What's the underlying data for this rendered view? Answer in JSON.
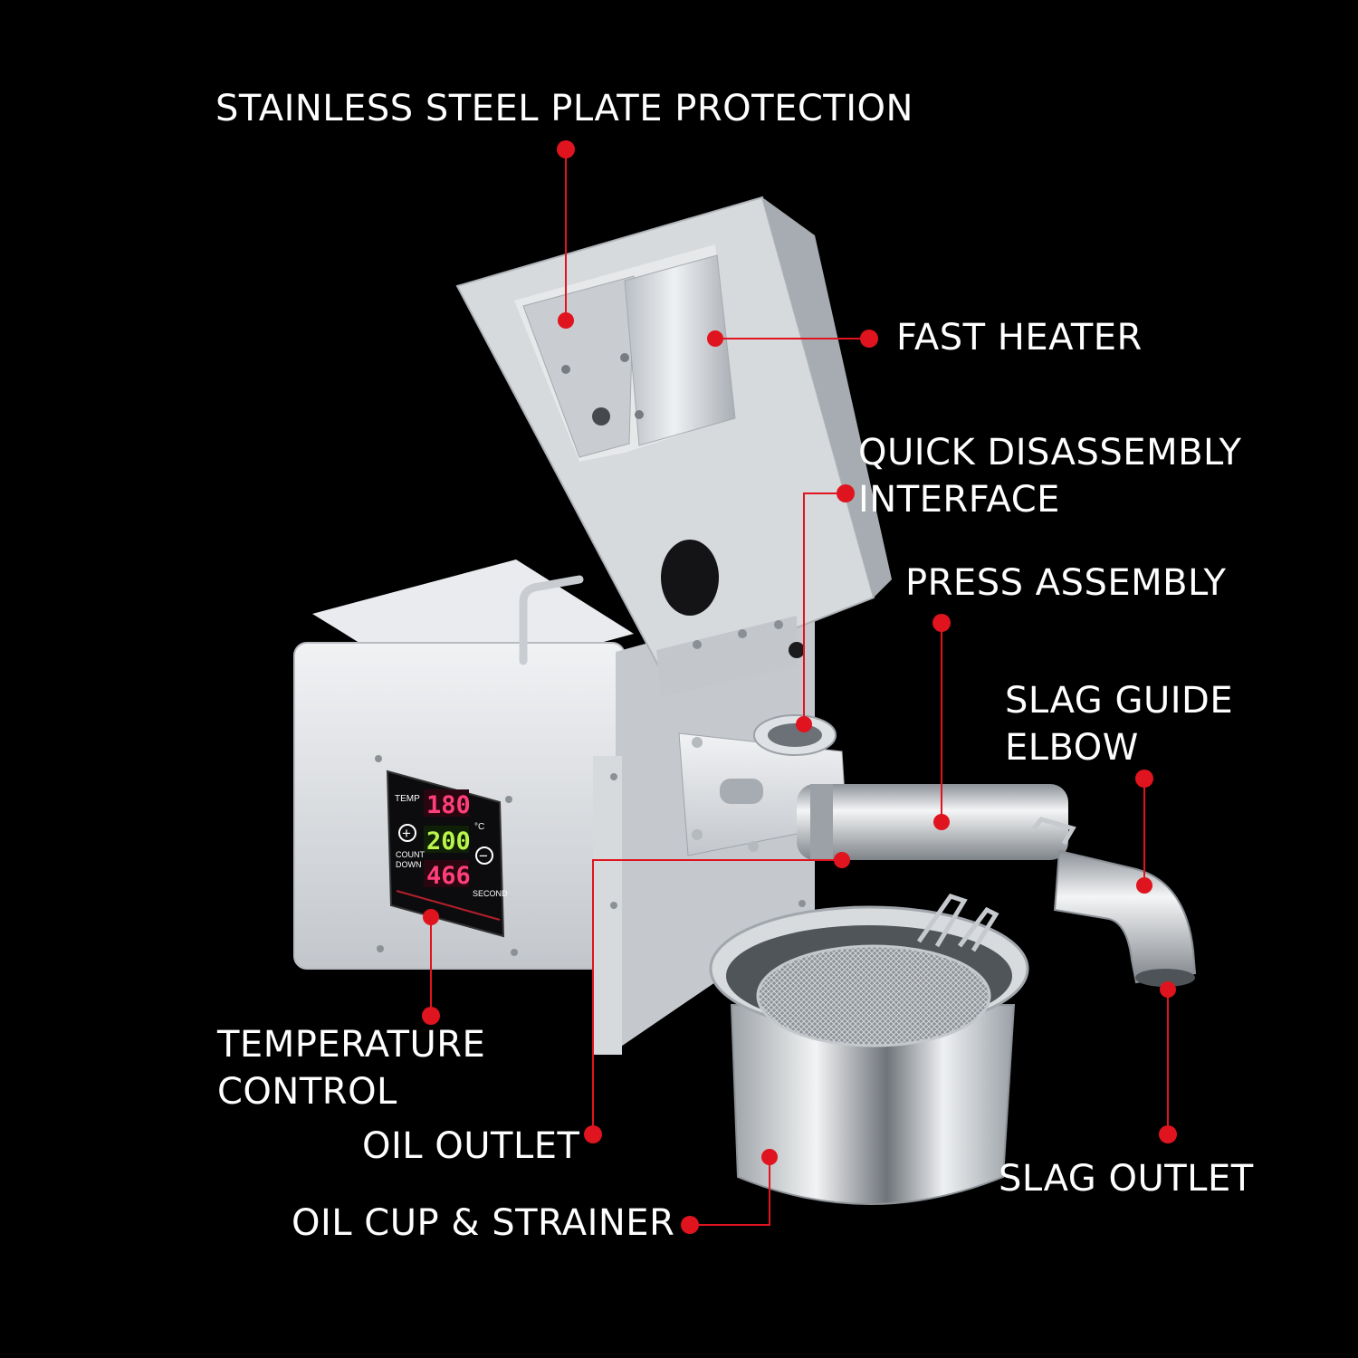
{
  "colors": {
    "background": "#000000",
    "accent": "#e0141e",
    "text": "#ffffff",
    "steel": "#cfd3d8"
  },
  "labels": {
    "stainless_plate": "STAINLESS STEEL PLATE PROTECTION",
    "fast_heater": "FAST HEATER",
    "quick_disassembly_1": "QUICK DISASSEMBLY",
    "quick_disassembly_2": "INTERFACE",
    "press_assembly": "PRESS ASSEMBLY",
    "slag_guide_1": "SLAG GUIDE",
    "slag_guide_2": "ELBOW",
    "temperature_1": "TEMPERATURE",
    "temperature_2": "CONTROL",
    "oil_outlet": "OIL OUTLET",
    "oil_cup": "OIL CUP & STRAINER",
    "slag_outlet": "SLAG OUTLET"
  },
  "panel": {
    "temp_label": "TEMP",
    "temp_value": "180",
    "temp_unit": "°C",
    "set_value": "200",
    "count_label_1": "COUNT",
    "count_label_2": "DOWN",
    "count_value": "466",
    "second_label": "SECOND",
    "plus": "+",
    "minus": "−"
  }
}
